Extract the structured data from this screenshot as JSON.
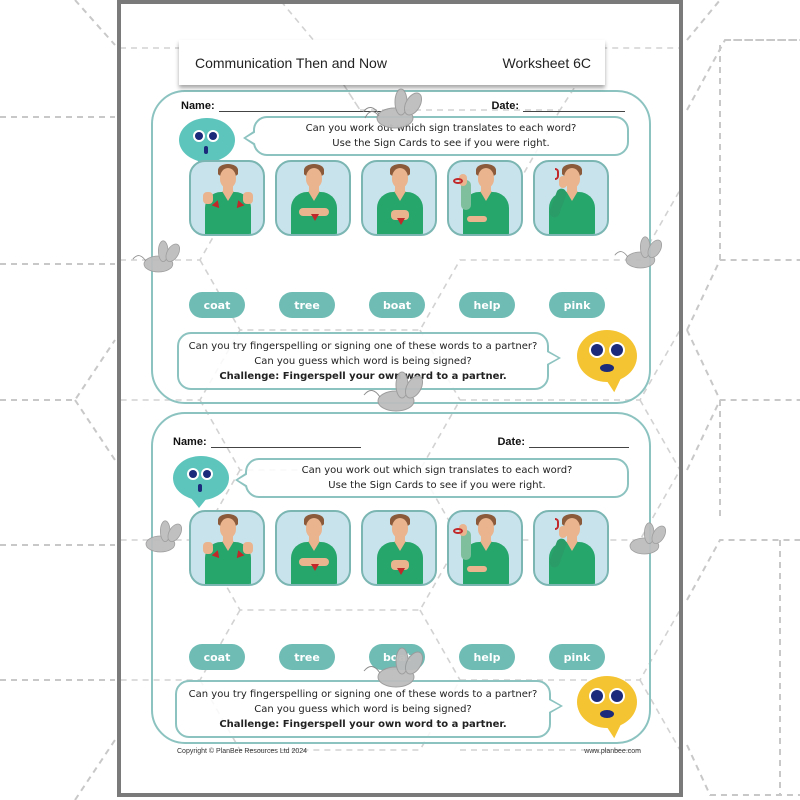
{
  "header": {
    "title": "Communication Then and Now",
    "worksheet": "Worksheet 6C"
  },
  "worksheets": [
    {
      "name_label": "Name:",
      "date_label": "Date:",
      "instruction_line1": "Can you work out which sign translates to each word?",
      "instruction_line2": "Use the Sign Cards to see if you were right.",
      "sign_cards": [
        "sign-card-1",
        "sign-card-2",
        "sign-card-3",
        "sign-card-4",
        "sign-card-5"
      ],
      "words": [
        "coat",
        "tree",
        "boat",
        "help",
        "pink"
      ],
      "challenge_line1": "Can you try fingerspelling or signing one of these words to a partner?",
      "challenge_line2": "Can you guess which word is being signed?",
      "challenge_line3": "Challenge: Fingerspell your own word to a partner."
    },
    {
      "name_label": "Name:",
      "date_label": "Date:",
      "instruction_line1": "Can you work out which sign translates to each word?",
      "instruction_line2": "Use the Sign Cards to see if you were right.",
      "sign_cards": [
        "sign-card-1",
        "sign-card-2",
        "sign-card-3",
        "sign-card-4",
        "sign-card-5"
      ],
      "words": [
        "coat",
        "tree",
        "boat",
        "help",
        "pink"
      ],
      "challenge_line1": "Can you try fingerspelling or signing one of these words to a partner?",
      "challenge_line2": "Can you guess which word is being signed?",
      "challenge_line3": "Challenge: Fingerspell your own word to a partner."
    }
  ],
  "footer": {
    "copyright": "Copyright © PlanBee Resources Ltd 2024",
    "website": "www.planbee.com"
  },
  "colors": {
    "teal": "#6fbcb5",
    "teal_border": "#8cc3c0",
    "yellow": "#f5c432",
    "shirt_green": "#27a66b",
    "card_bg": "#c9e3ec",
    "frame_gray": "#7a7a7a"
  }
}
